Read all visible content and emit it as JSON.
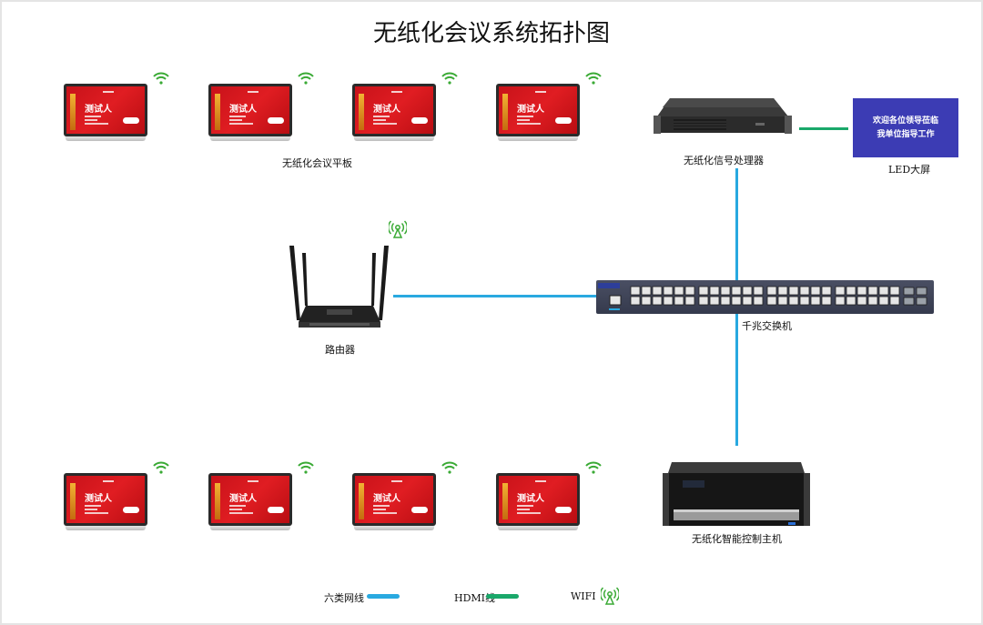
{
  "title": "无纸化会议系统拓扑图",
  "devices": {
    "tablet_label": "无纸化会议平板",
    "tablet_screen_name": "测试人",
    "processor_label": "无纸化信号处理器",
    "led_label": "LED大屏",
    "led_text_line1": "欢迎各位领导莅临",
    "led_text_line2": "我单位指导工作",
    "switch_label": "千兆交换机",
    "router_label": "路由器",
    "host_label": "无纸化智能控制主机"
  },
  "legend": {
    "cat6_label": "六类网线",
    "hdmi_label": "HDMI线",
    "wifi_label": "WIFI"
  },
  "colors": {
    "cat6": "#29a9e0",
    "hdmi": "#1aa86a",
    "wifi": "#3aaa35",
    "led_bg": "#3c3cb4"
  }
}
